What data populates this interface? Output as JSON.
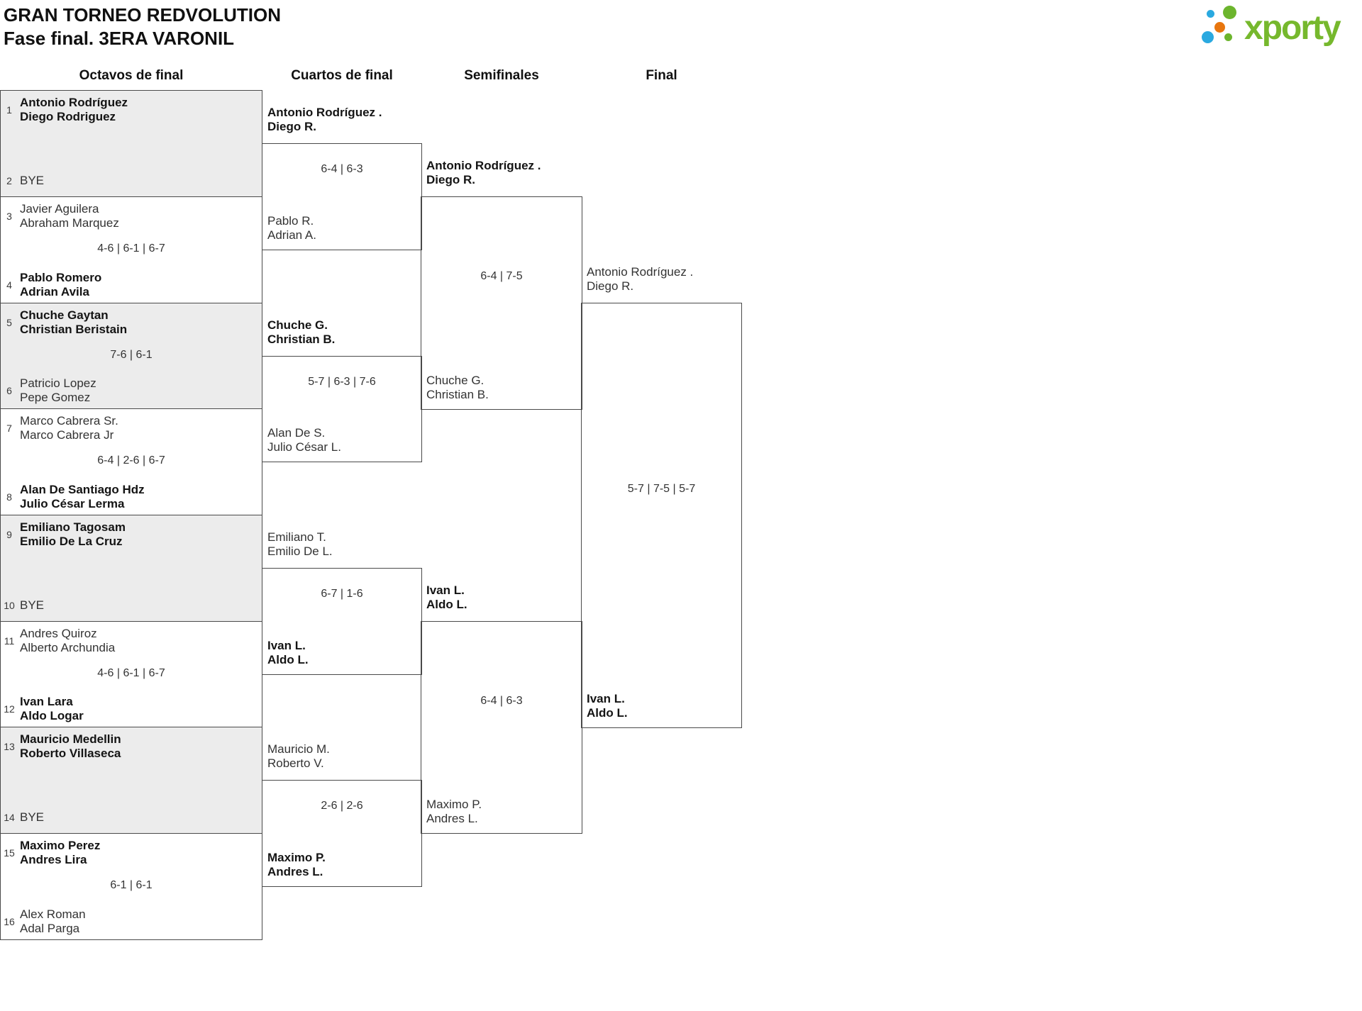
{
  "header": {
    "title_line1": "GRAN TORNEO REDVOLUTION",
    "title_line2": "Fase final. 3ERA VARONIL"
  },
  "logo": {
    "brand": "xporty"
  },
  "colors": {
    "brand_green": "#76b82d",
    "brand_blue": "#2aa9e0",
    "brand_orange": "#e8760e",
    "bracket_line": "#4a4a4a",
    "bye_row_fill": "#ececec",
    "winner_text": "#141414",
    "regular_text": "#333333"
  },
  "columns": [
    {
      "label": "Octavos de final"
    },
    {
      "label": "Cuartos de final"
    },
    {
      "label": "Semifinales"
    },
    {
      "label": "Final"
    }
  ],
  "octavos": {
    "slots": [
      {
        "seed": "1",
        "line1": "Antonio Rodríguez",
        "line2": "Diego Rodriguez",
        "winner": true
      },
      {
        "seed": "2",
        "line1": "BYE",
        "winner": false
      },
      {
        "seed": "3",
        "line1": "Javier Aguilera",
        "line2": "Abraham Marquez",
        "winner": false
      },
      {
        "seed": "4",
        "line1": "Pablo Romero",
        "line2": "Adrian Avila",
        "winner": true
      },
      {
        "seed": "5",
        "line1": "Chuche Gaytan",
        "line2": "Christian Beristain",
        "winner": true
      },
      {
        "seed": "6",
        "line1": "Patricio Lopez",
        "line2": "Pepe Gomez",
        "winner": false
      },
      {
        "seed": "7",
        "line1": "Marco Cabrera Sr.",
        "line2": "Marco Cabrera Jr",
        "winner": false
      },
      {
        "seed": "8",
        "line1": "Alan De Santiago Hdz",
        "line2": "Julio César Lerma",
        "winner": true
      },
      {
        "seed": "9",
        "line1": "Emiliano Tagosam",
        "line2": "Emilio De La Cruz",
        "winner": true
      },
      {
        "seed": "10",
        "line1": "BYE",
        "winner": false
      },
      {
        "seed": "11",
        "line1": "Andres Quiroz",
        "line2": "Alberto Archundia",
        "winner": false
      },
      {
        "seed": "12",
        "line1": "Ivan Lara",
        "line2": "Aldo Logar",
        "winner": true
      },
      {
        "seed": "13",
        "line1": "Mauricio Medellin",
        "line2": "Roberto Villaseca",
        "winner": true
      },
      {
        "seed": "14",
        "line1": "BYE",
        "winner": false
      },
      {
        "seed": "15",
        "line1": "Maximo Perez",
        "line2": "Andres Lira",
        "winner": true
      },
      {
        "seed": "16",
        "line1": "Alex Roman",
        "line2": "Adal Parga",
        "winner": false
      }
    ],
    "scores": [
      "4-6 | 6-1 | 6-7",
      "7-6 | 6-1",
      "6-4 | 2-6 | 6-7",
      "4-6 | 6-1 | 6-7",
      "6-1 | 6-1"
    ]
  },
  "cuartos": {
    "labels": [
      {
        "line1": "Antonio Rodríguez .",
        "line2": "Diego R.",
        "winner": true
      },
      {
        "line1": "Pablo R.",
        "line2": "Adrian A.",
        "winner": false
      },
      {
        "line1": "Chuche G.",
        "line2": "Christian B.",
        "winner": true
      },
      {
        "line1": "Alan De S.",
        "line2": "Julio César L.",
        "winner": false
      },
      {
        "line1": "Emiliano T.",
        "line2": "Emilio De L.",
        "winner": false
      },
      {
        "line1": "Ivan L.",
        "line2": "Aldo L.",
        "winner": true
      },
      {
        "line1": "Mauricio M.",
        "line2": "Roberto V.",
        "winner": false
      },
      {
        "line1": "Maximo P.",
        "line2": "Andres L.",
        "winner": true
      }
    ],
    "scores": [
      "6-4 | 6-3",
      "5-7 | 6-3 | 7-6",
      "6-7 | 1-6",
      "2-6 | 2-6"
    ]
  },
  "semifinales": {
    "labels": [
      {
        "line1": "Antonio Rodríguez .",
        "line2": "Diego R.",
        "winner": true
      },
      {
        "line1": "Chuche G.",
        "line2": "Christian B.",
        "winner": false
      },
      {
        "line1": "Ivan L.",
        "line2": "Aldo L.",
        "winner": true
      },
      {
        "line1": "Maximo P.",
        "line2": "Andres L.",
        "winner": false
      }
    ],
    "scores": [
      "6-4 | 7-5",
      "6-4 | 6-3"
    ]
  },
  "final": {
    "labels": [
      {
        "line1": "Antonio Rodríguez .",
        "line2": "Diego R.",
        "winner": false
      },
      {
        "line1": "Ivan L.",
        "line2": "Aldo L.",
        "winner": true
      }
    ],
    "score": "5-7 | 7-5 | 5-7"
  }
}
